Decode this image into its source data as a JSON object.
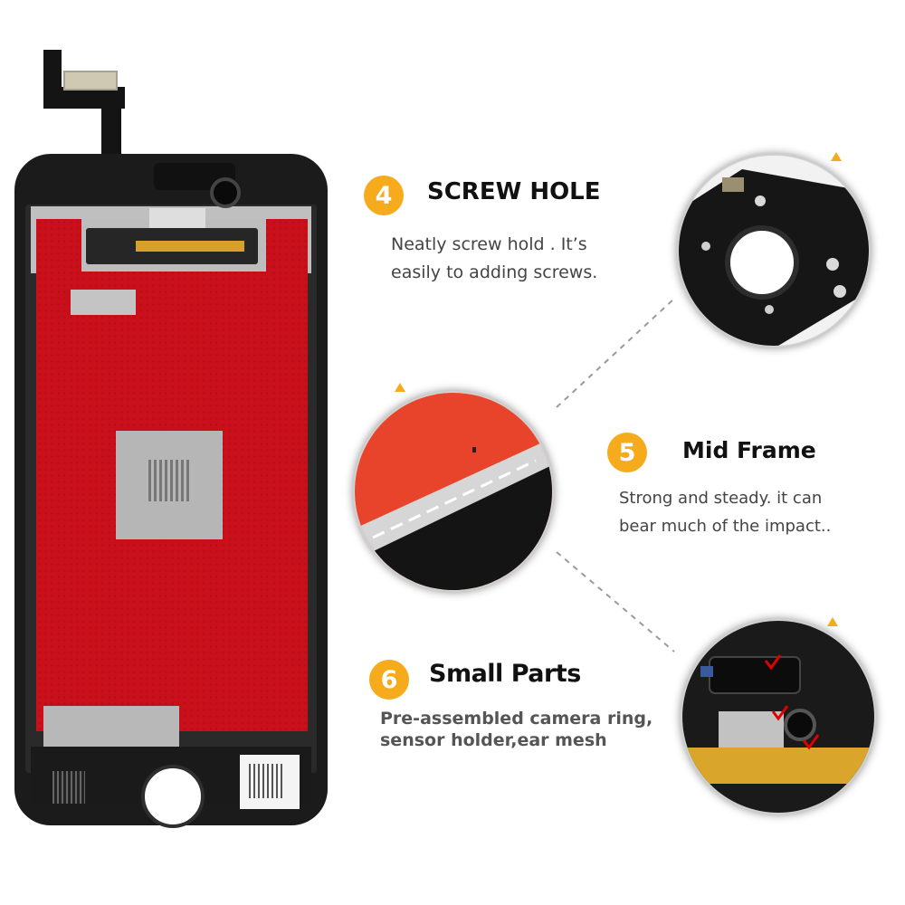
{
  "features": [
    {
      "number": "4",
      "title": "SCREW HOLE",
      "desc": [
        "Neatly screw hold . It’s",
        "easily to adding screws."
      ]
    },
    {
      "number": "5",
      "title": "Mid Frame",
      "desc": [
        "Strong and steady. it can",
        "bear much of the impact.."
      ]
    },
    {
      "number": "6",
      "title": "Small Parts",
      "desc": [
        "Pre-assembled camera ring,",
        "sensor holder,ear mesh"
      ]
    }
  ],
  "colors": {
    "accent": "#f5ab1b",
    "panel_red": "#c9101a",
    "frame_black": "#1b1b1b"
  }
}
